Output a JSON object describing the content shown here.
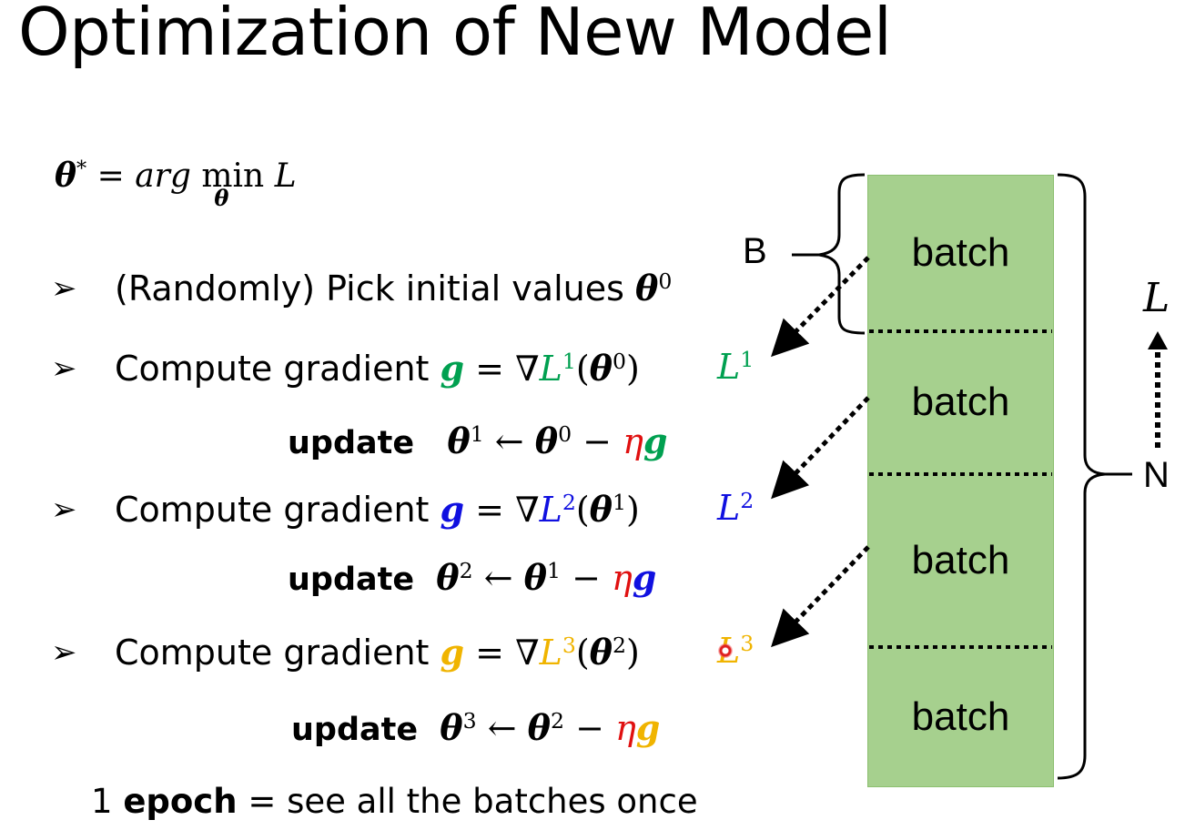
{
  "title": "Optimization of New Model",
  "objective": {
    "lhs": "θ",
    "lhs_sup": "*",
    "mid": " = arg ",
    "min": "min",
    "min_sub": "θ",
    "rhs": "L"
  },
  "bullet_symbol": "➢",
  "step_pick": {
    "text": "(Randomly) Pick initial values ",
    "theta": "θ",
    "theta_sup": "0"
  },
  "steps": [
    {
      "compute_text": "Compute gradient ",
      "g": "g",
      "eq": " = ∇",
      "L": "L",
      "L_sup": "1",
      "open": "(",
      "theta": "θ",
      "theta_sup": "0",
      "close": ")",
      "side_L": "L",
      "side_L_sup": "1",
      "color": "#00a050",
      "update_label": "update",
      "u_theta_new": "θ",
      "u_theta_new_sup": "1",
      "u_arrow": " ← ",
      "u_theta_old": "θ",
      "u_theta_old_sup": "0",
      "u_minus": " − ",
      "u_eta": "η",
      "u_g": "g"
    },
    {
      "compute_text": "Compute gradient ",
      "g": "g",
      "eq": " = ∇",
      "L": "L",
      "L_sup": "2",
      "open": "(",
      "theta": "θ",
      "theta_sup": "1",
      "close": ")",
      "side_L": "L",
      "side_L_sup": "2",
      "color": "#1010e0",
      "update_label": "update",
      "u_theta_new": "θ",
      "u_theta_new_sup": "2",
      "u_arrow": " ← ",
      "u_theta_old": "θ",
      "u_theta_old_sup": "1",
      "u_minus": " − ",
      "u_eta": "η",
      "u_g": "g"
    },
    {
      "compute_text": "Compute gradient ",
      "g": "g",
      "eq": " = ∇",
      "L": "L",
      "L_sup": "3",
      "open": "(",
      "theta": "θ",
      "theta_sup": "2",
      "close": ")",
      "side_L": "L",
      "side_L_sup": "3",
      "color": "#f0b400",
      "update_label": "update",
      "u_theta_new": "θ",
      "u_theta_new_sup": "3",
      "u_arrow": " ← ",
      "u_theta_old": "θ",
      "u_theta_old_sup": "2",
      "u_minus": " − ",
      "u_eta": "η",
      "u_g": "g"
    }
  ],
  "epoch_line": {
    "prefix": "1 ",
    "bold": "epoch",
    "suffix": " = see all the batches once"
  },
  "diagram": {
    "batches": [
      "batch",
      "batch",
      "batch",
      "batch"
    ],
    "brace_B_label": "B",
    "brace_N_label": "N",
    "arrow_L_label": "L",
    "fill_color": "#a6d08e",
    "eta_color": "#e01010"
  }
}
